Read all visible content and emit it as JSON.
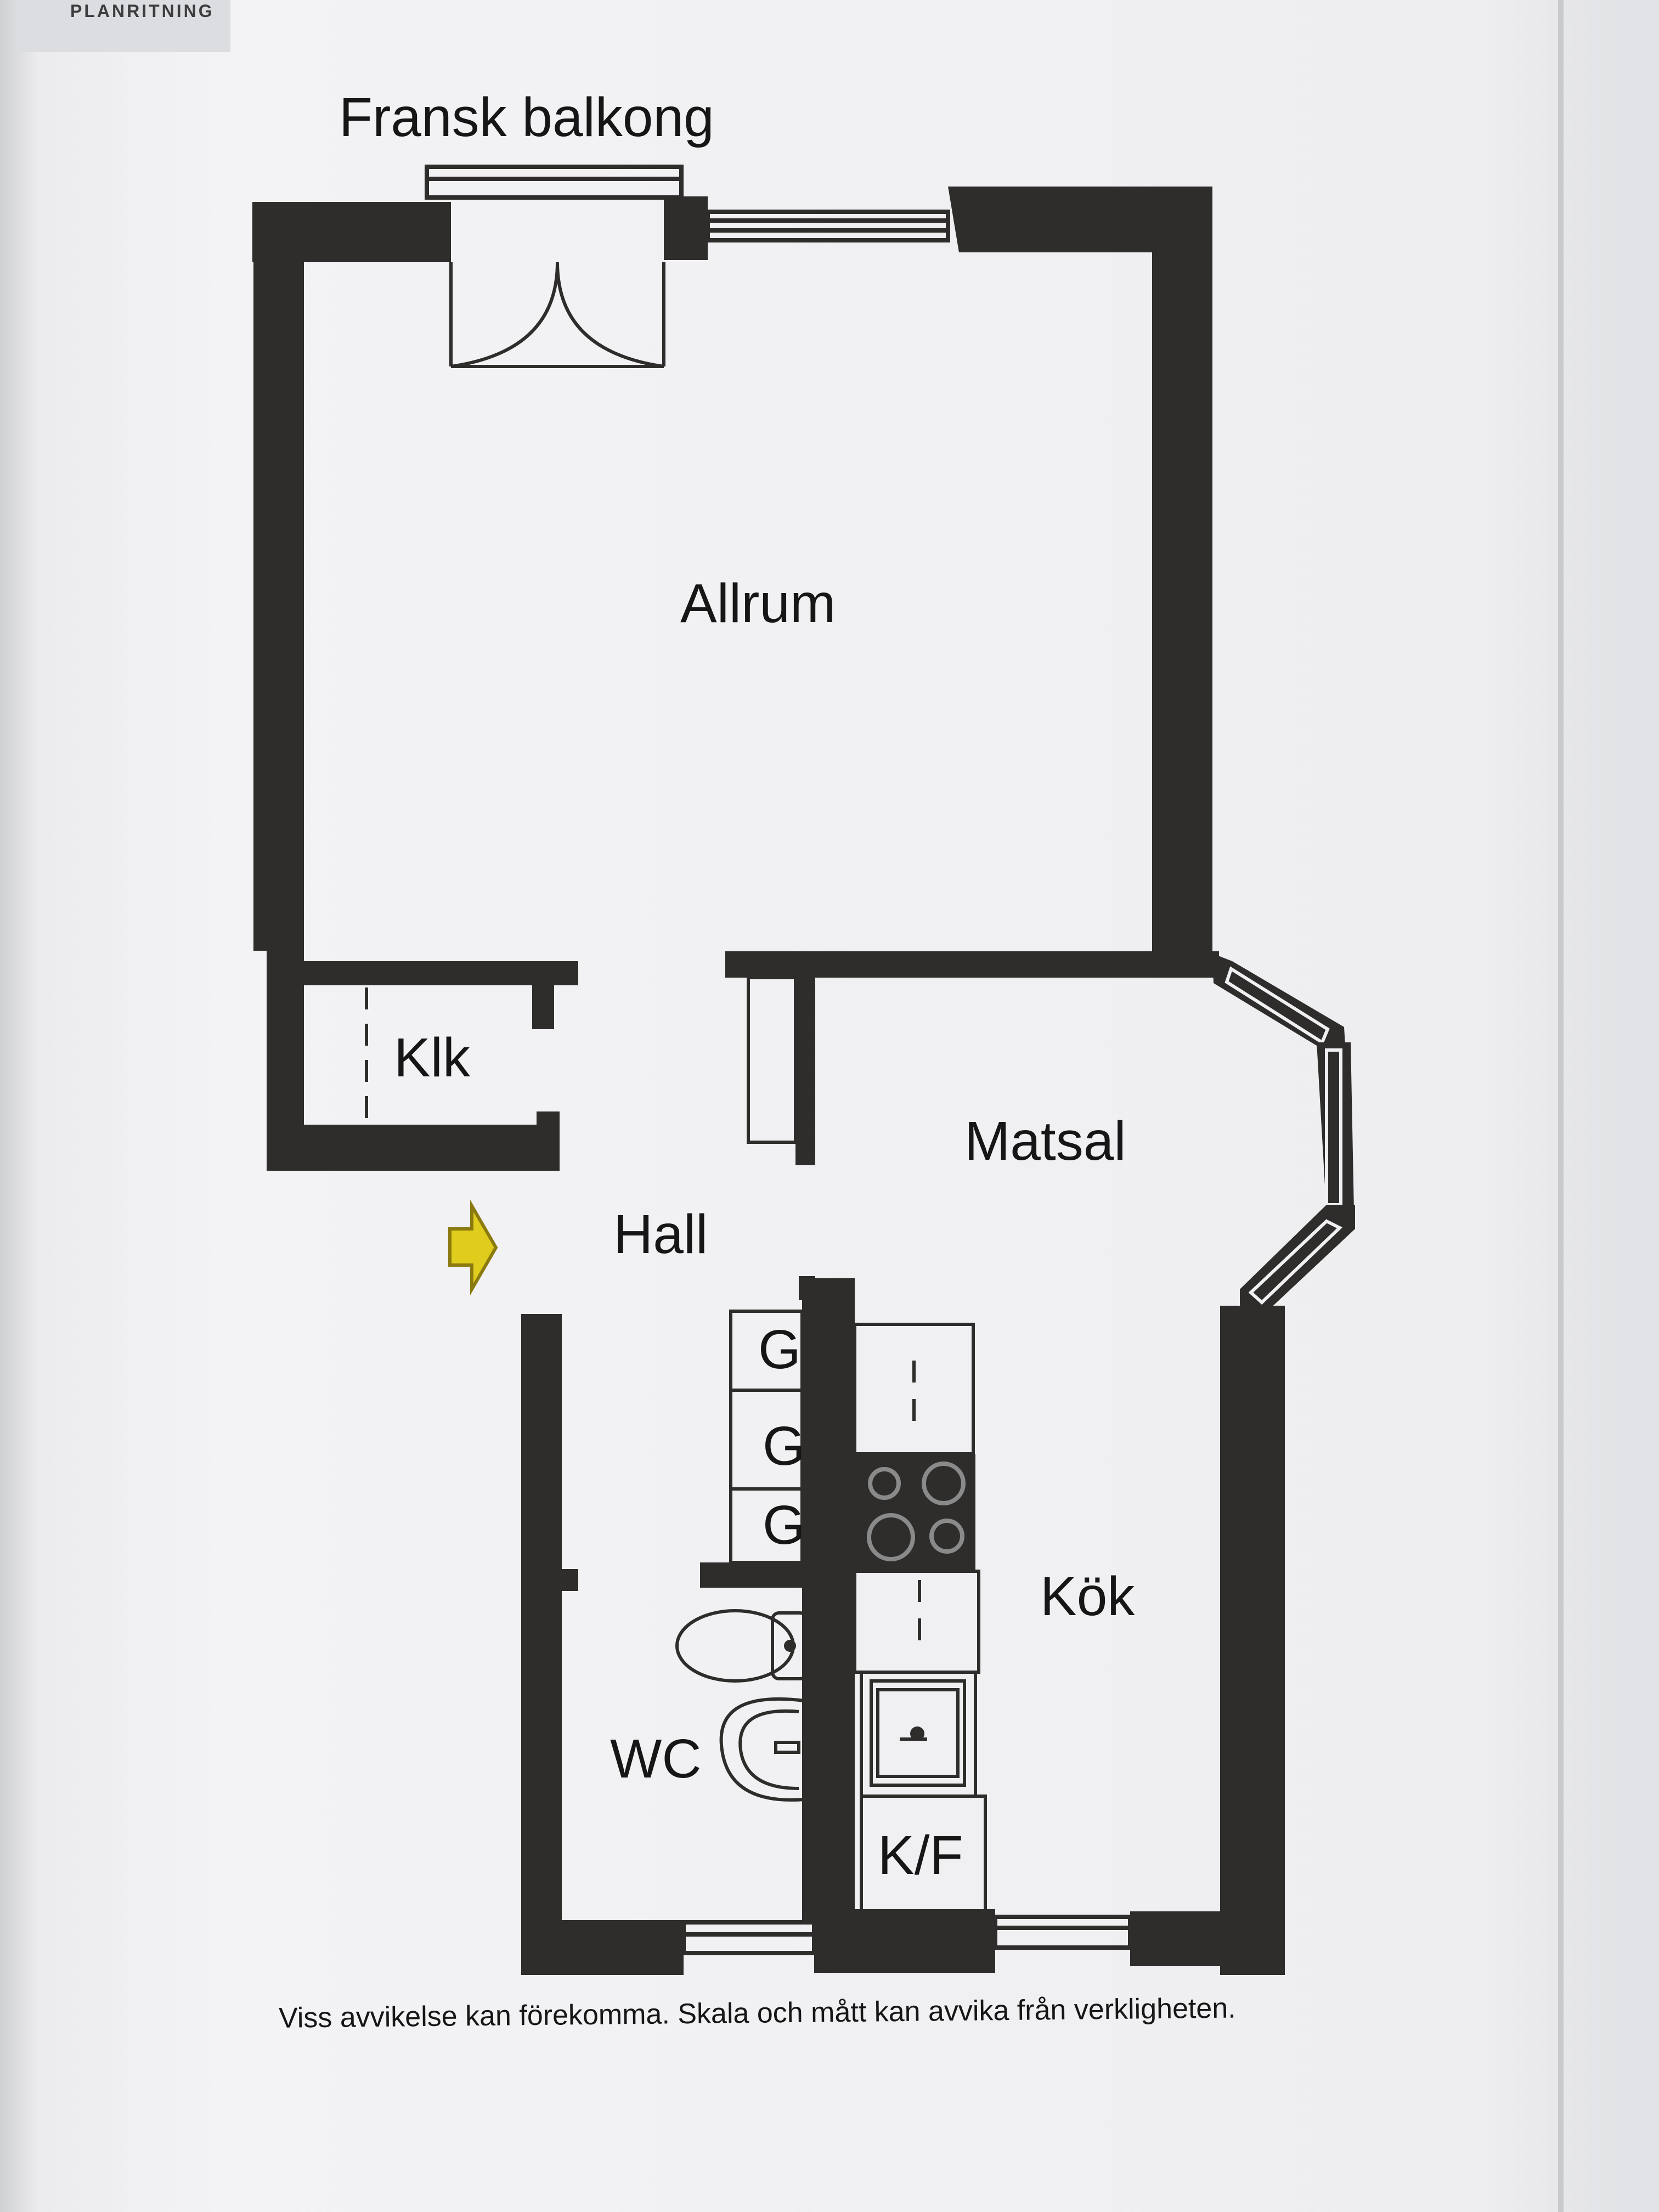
{
  "header": {
    "label": "PLANRITNING"
  },
  "plan": {
    "labels": {
      "balcony": "Fransk balkong",
      "living_room": "Allrum",
      "closet": "Klk",
      "dining": "Matsal",
      "hall": "Hall",
      "kitchen": "Kök",
      "wc": "WC",
      "fridge_freezer": "K/F",
      "wardrobe": "G"
    },
    "entrance_arrow_color": "#e0cc1d",
    "wall_color": "#2f2d2b"
  },
  "footer": {
    "disclaimer": "Viss avvikelse kan förekomma. Skala och mått kan avvika från verkligheten."
  }
}
